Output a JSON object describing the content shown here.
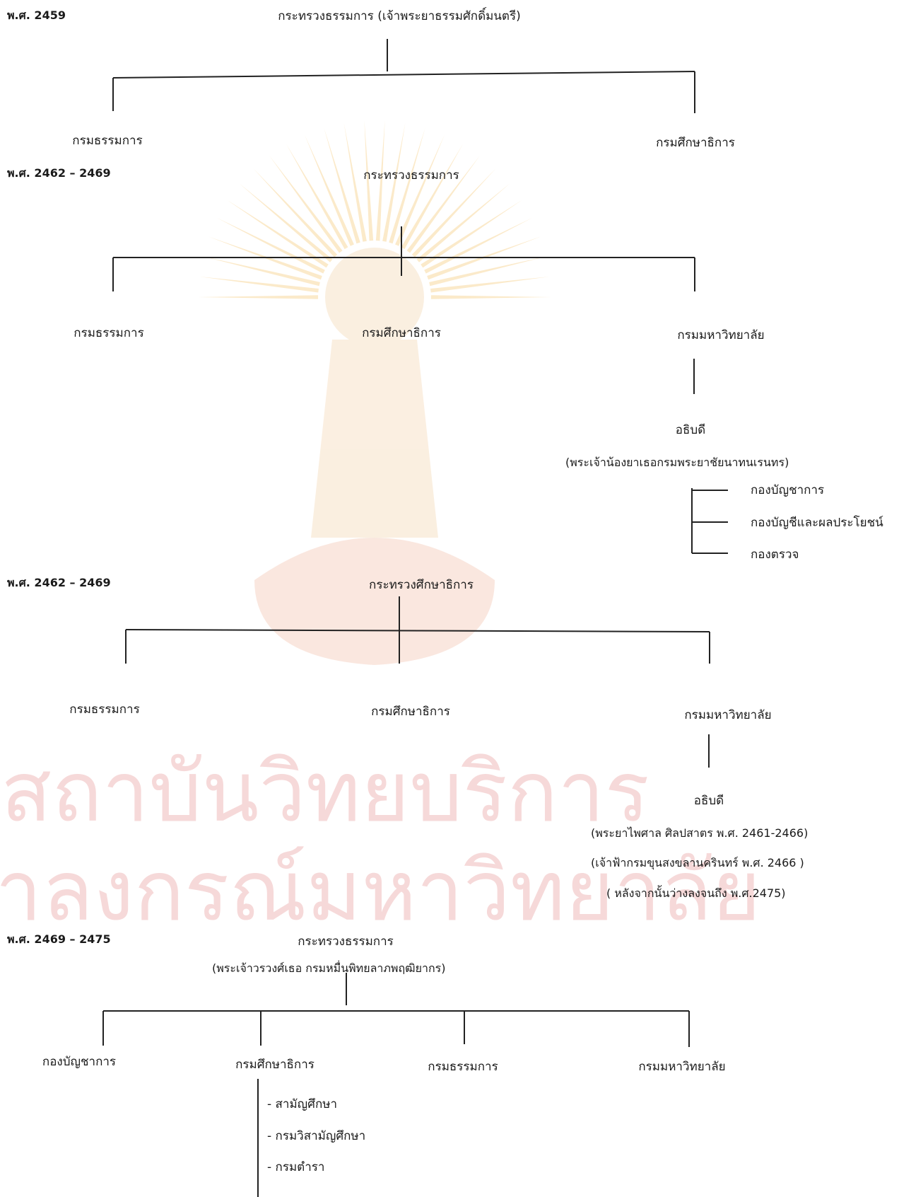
{
  "colors": {
    "ink": "#1a1a1a",
    "watermark_text": "#f6d9d9",
    "watermark_emblem": "#f7e2c8"
  },
  "watermark": {
    "line1": "สถาบันวิทยบริการ",
    "line2": "จุฬาลงกรณ์มหาวิทยาลัย"
  },
  "chart1": {
    "year": "พ.ศ. 2459",
    "top": "กระทรวงธรรมการ (เจ้าพระยาธรรมศักดิ์มนตรี)",
    "left": "กรมธรรมการ",
    "right": "กรมศึกษาธิการ"
  },
  "chart2": {
    "year": "พ.ศ.  2462 – 2469",
    "top": "กระทรวงธรรมการ",
    "left": "กรมธรรมการ",
    "middle": "กรมศึกษาธิการ",
    "right": "กรมมหาวิทยาลัย",
    "head_title": "อธิบดี",
    "head_name": "(พระเจ้าน้องยาเธอกรมพระยาชัยนาทนเรนทร)",
    "sub1": "กองบัญชาการ",
    "sub2": "กองบัญชีและผลประโยชน์",
    "sub3": "กองตรวจ"
  },
  "chart3": {
    "year": "พ.ศ.  2462 – 2469",
    "top": "กระทรวงศึกษาธิการ",
    "left": "กรมธรรมการ",
    "middle": "กรมศึกษาธิการ",
    "right": "กรมมหาวิทยาลัย",
    "head_title": "อธิบดี",
    "head_name1": "(พระยาไพศาล ศิลปสาตร  พ.ศ. 2461-2466)",
    "head_name2": "(เจ้าฟ้ากรมขุนสงขลานครินทร์  พ.ศ. 2466  )",
    "head_name3": "(  หลังจากนั้นว่างลงจนถึง  พ.ศ.2475)"
  },
  "chart4": {
    "year": "พ.ศ. 2469 – 2475",
    "top1": "กระทรวงธรรมการ",
    "top2": "(พระเจ้าวรวงศ์เธอ กรมหมื่นพิทยลาภพฤฒิยากร)",
    "c1": "กองบัญชาการ",
    "c2": "กรมศึกษาธิการ",
    "c3": "กรมธรรมการ",
    "c4": "กรมมหาวิทยาลัย",
    "sub1": "- สามัญศึกษา",
    "sub2": "- กรมวิสามัญศึกษา",
    "sub3": "- กรมตำรา"
  }
}
